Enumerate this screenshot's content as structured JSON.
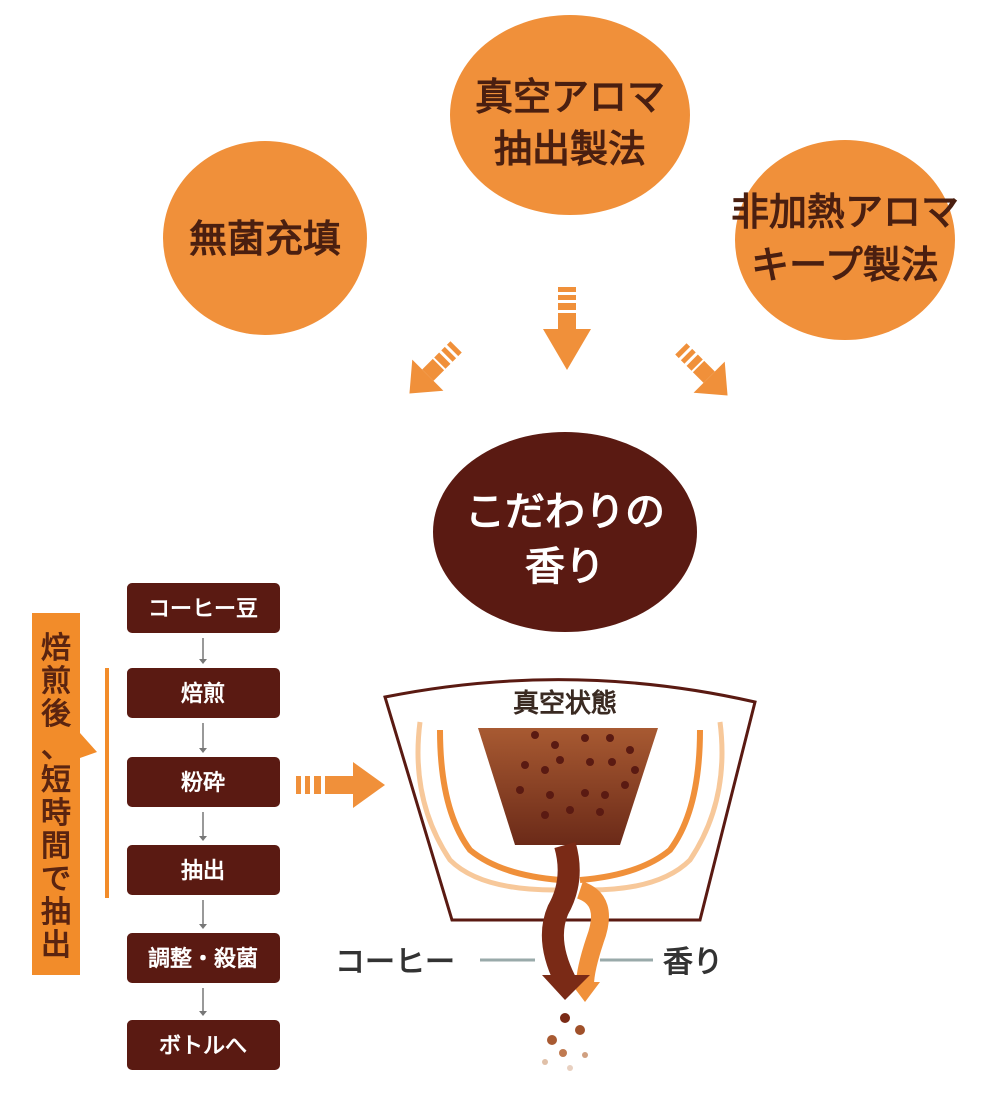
{
  "colors": {
    "orange": "#F0903A",
    "dark_brown": "#5A1A12",
    "label_orange": "#F28C2A"
  },
  "methods": [
    {
      "lines": [
        "無菌充填"
      ]
    },
    {
      "lines": [
        "真空アロマ",
        "抽出製法"
      ]
    },
    {
      "lines": [
        "非加熱アロマ",
        "キープ製法"
      ]
    }
  ],
  "result": {
    "lines": [
      "こだわりの",
      "香り"
    ]
  },
  "steps": [
    "コーヒー豆",
    "焙煎",
    "粉砕",
    "抽出",
    "調整・殺菌",
    "ボトルへ"
  ],
  "side_note": [
    "焙",
    "煎",
    "後",
    "、",
    "短",
    "時",
    "間",
    "で",
    "抽",
    "出"
  ],
  "vessel": {
    "title": "真空状態",
    "coffee_label": "コーヒー",
    "aroma_label": "香り"
  }
}
